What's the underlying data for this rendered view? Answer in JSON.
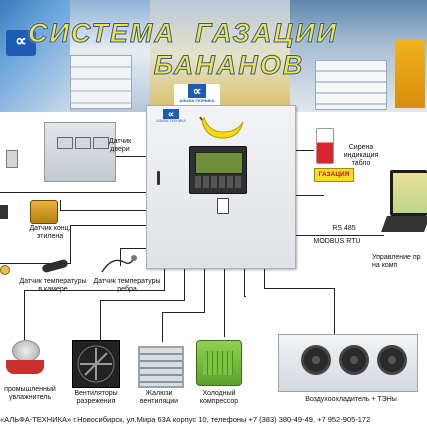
{
  "header": {
    "title_line1": "СИСТЕМА  ГАЗАЦИИ",
    "title_line2": "БАНАНОВ",
    "logo_tag": "АЛЬФА-ТЕХНИКА"
  },
  "cabinet": {
    "brand": "АЛЬФА-ТЕХНИКА"
  },
  "labels": {
    "door_sensor": "Датчик\nдвери",
    "ethylene_sensor": "Датчик конц.\nэтилена",
    "chamber_temp": "Датчик температуры\nв камере",
    "rib_temp": "Датчик температуры\nребра",
    "humidifier": "промышленный\nувлажнитель",
    "exhaust_fans": "Вентиляторы\nразрежения",
    "vent_louvers": "Жалюзи\nвентиляции",
    "compressor": "Холодный\nкомпрессор",
    "air_cooler": "Воздухоохладитель + ТЭНы",
    "siren": "Сирена\nиндикация\nтабло",
    "siren_display": "ГАЗАЦИЯ",
    "rs485": "RS 485",
    "modbus": "MODBUS RTU",
    "pc_control": "Управление пр\nна комп"
  },
  "footer": {
    "text": "«АЛЬФА-ТЕХНИКА» г.Новосибирск, ул.Мира 63А корпус 10, телефоны +7 (383) 380-49-49, +7 952-905-172"
  },
  "colors": {
    "title_fill": "#f3e53a",
    "title_stroke": "#2a54a6",
    "banana": "#f5d90a",
    "compressor": "#7bc142"
  }
}
